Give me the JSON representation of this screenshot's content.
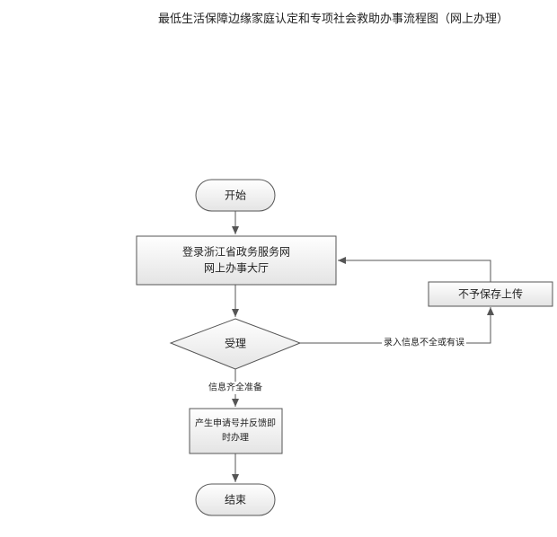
{
  "document": {
    "title": "最低生活保障边缘家庭认定和专项社会救助办事流程图（网上办理）"
  },
  "flowchart": {
    "nodes": {
      "start": {
        "label": "开始"
      },
      "login": {
        "line1": "登录浙江省政务服务网",
        "line2": "网上办事大厅"
      },
      "accept": {
        "label": "受理"
      },
      "reject": {
        "label": "不予保存上传"
      },
      "generate": {
        "line1": "产生申请号并反馈即",
        "line2": "时办理"
      },
      "end": {
        "label": "结束"
      }
    },
    "edges": {
      "accept_to_reject": {
        "label": "录入信息不全或有误"
      },
      "accept_to_generate": {
        "label": "信息齐全准备"
      }
    },
    "colors": {
      "node_fill_top": "#ffffff",
      "node_fill_bottom": "#e6e6e6",
      "stroke": "#555555",
      "text": "#222222"
    }
  }
}
